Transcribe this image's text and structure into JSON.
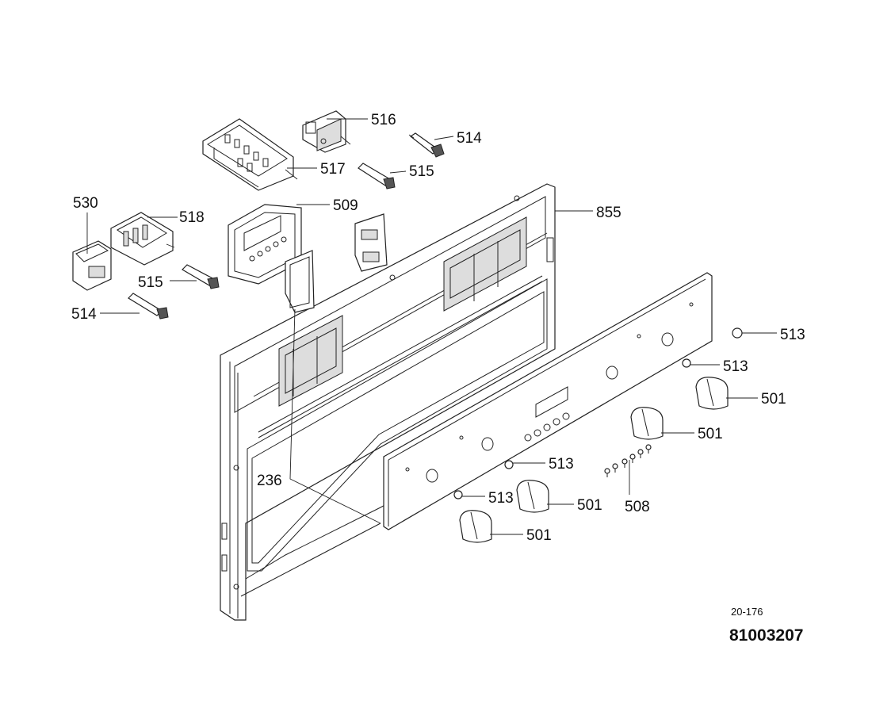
{
  "callouts": {
    "c516": "516",
    "c514a": "514",
    "c517": "517",
    "c515a": "515",
    "c530": "530",
    "c518": "518",
    "c509": "509",
    "c855": "855",
    "c515b": "515",
    "c514b": "514",
    "c513a": "513",
    "c513b": "513",
    "c501a": "501",
    "c501b": "501",
    "c513c": "513",
    "c236": "236",
    "c513d": "513",
    "c501c": "501",
    "c508": "508",
    "c501d": "501"
  },
  "footer": {
    "code": "20-176",
    "number": "81003207"
  }
}
